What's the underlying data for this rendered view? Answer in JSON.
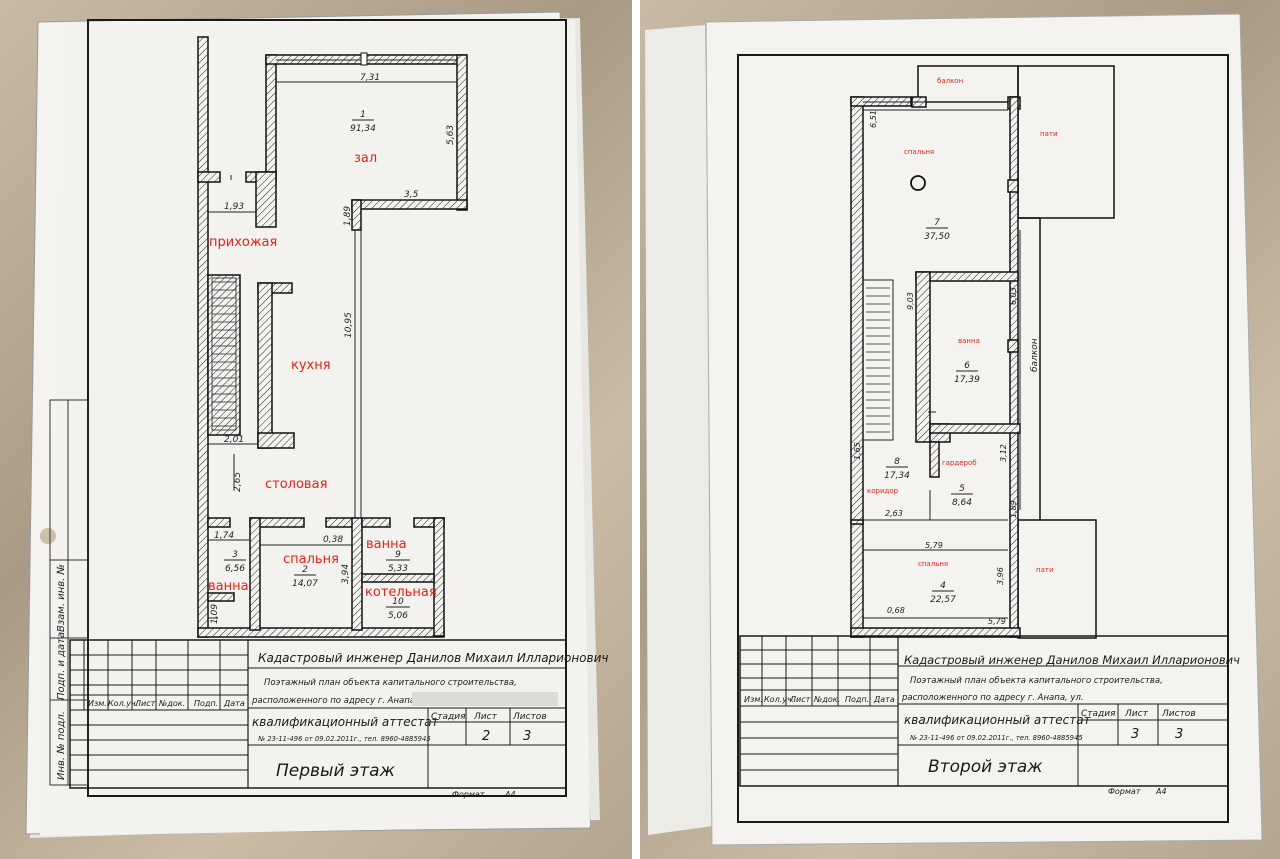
{
  "sheets": [
    {
      "rooms": {
        "zal": {
          "label": "зал",
          "number": "1",
          "area": "91,34"
        },
        "prihozhaya": {
          "label": "прихожая"
        },
        "kuhnya": {
          "label": "кухня"
        },
        "stolovaya": {
          "label": "столовая"
        },
        "spalnya": {
          "label": "спальня",
          "number": "2",
          "area": "14,07"
        },
        "vanna3": {
          "label": "ванна",
          "number": "3",
          "area": "6,56"
        },
        "vanna9": {
          "label": "ванна",
          "number": "9",
          "area": "5,33"
        },
        "kotelnaya": {
          "label": "котельная",
          "number": "10",
          "area": "5,06"
        }
      },
      "dims": {
        "d731": "7,31",
        "d563": "5,63",
        "d35": "3,5",
        "d189": "1,89",
        "d193": "1,93",
        "d1095": "10,95",
        "d201": "2,01",
        "d265": "2,65",
        "d174": "1,74",
        "d038": "0,38",
        "d394": "3,94",
        "d109": "1,09"
      },
      "stamp": {
        "engineer": "Кадастровый инженер Данилов Михаил Илларионович",
        "desc1": "Поэтажный план объекта капитального строительства,",
        "desc2": "расположенного по адресу г. Анапа, ул.",
        "cert": "квалификационный аттестат",
        "certno": "№ 23-11-496 от 09.02.2011г., тел. 8960-4885945",
        "sheet_title": "Первый этаж",
        "stage_h": "Стадия",
        "list_h": "Лист",
        "lists_h": "Листов",
        "list": "2",
        "lists": "3",
        "col_izm": "Изм.",
        "col_kol": "Кол.уч.",
        "col_list": "Лист",
        "col_doc": "№док.",
        "col_podp": "Подп.",
        "col_data": "Дата",
        "format_label": "Формат",
        "format_value": "А4"
      },
      "side": {
        "vzam": "Взам. инв. №",
        "podp": "Подп. и дата",
        "inv": "Инв. № подл."
      }
    },
    {
      "rooms": {
        "balkon_top": {
          "label": "балкон"
        },
        "pati_top": {
          "label": "пати"
        },
        "spalnya7": {
          "label": "спальня",
          "number": "7",
          "area": "37,50"
        },
        "vanna6": {
          "label": "ванна",
          "number": "6",
          "area": "17,39"
        },
        "balkon_side": {
          "label": "балкон"
        },
        "koridor": {
          "label": "коридор",
          "number": "8",
          "area": "17,34"
        },
        "garderob": {
          "label": "гардероб",
          "number": "5",
          "area": "8,64"
        },
        "spalnya4": {
          "label": "спальня",
          "number": "4",
          "area": "22,57"
        },
        "pati_bottom": {
          "label": "пати"
        }
      },
      "dims": {
        "d651": "6,51",
        "d903": "9,03",
        "d603": "6,03",
        "d312": "3,12",
        "d263": "2,63",
        "d189": "1,89",
        "d579a": "5,79",
        "d396": "3,96",
        "d068": "0,68",
        "d579b": "5,79",
        "d165": "1,65"
      },
      "stamp": {
        "engineer": "Кадастровый инженер Данилов Михаил Илларионович",
        "desc1": "Поэтажный план объекта капитального строительства,",
        "desc2": "расположенного по адресу г. Анапа, ул.",
        "cert": "квалификационный аттестат",
        "certno": "№ 23-11-496 от 09.02.2011г., тел. 8960-4885945",
        "sheet_title": "Второй этаж",
        "stage_h": "Стадия",
        "list_h": "Лист",
        "lists_h": "Листов",
        "list": "3",
        "lists": "3",
        "col_izm": "Изм.",
        "col_kol": "Кол.уч.",
        "col_list": "Лист",
        "col_doc": "№док.",
        "col_podp": "Подп.",
        "col_data": "Дата",
        "format_label": "Формат",
        "format_value": "А4"
      }
    }
  ],
  "colors": {
    "room_label": "#e0241c",
    "ink": "#1a1a1a",
    "paper": "#f4f3ef",
    "small_label": "#d8291f"
  }
}
